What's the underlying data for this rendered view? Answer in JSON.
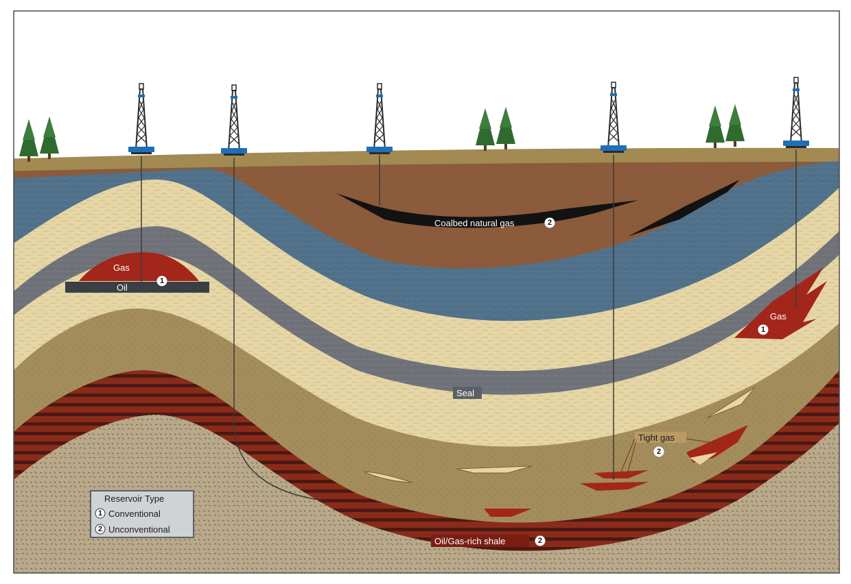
{
  "labels": {
    "coalbed": "Coalbed natural gas",
    "gas_left": "Gas",
    "oil_left": "Oil",
    "gas_right": "Gas",
    "seal": "Seal",
    "tight_gas": "Tight gas",
    "shale": "Oil/Gas-rich shale"
  },
  "badges": {
    "coalbed": "2",
    "conventional_left": "1",
    "conventional_right": "1",
    "tight_gas": "2",
    "shale": "2"
  },
  "legend": {
    "title": "Reservoir Type",
    "items": [
      {
        "number": "1",
        "label": "Conventional"
      },
      {
        "number": "2",
        "label": "Unconventional"
      }
    ]
  },
  "colors": {
    "sky": "#ffffff",
    "surface": "#a08850",
    "overburden": "#8b5a3a",
    "blue_layer": "#4e6f86",
    "sand_layer": "#e8d8a8",
    "seal": "#6d7177",
    "olive_layer": "#a48d5c",
    "shale_dark": "#4a1a12",
    "shale_red": "#8a2a18",
    "basement": "#b9a98a",
    "gas": "#a3261a",
    "coal": "#121212",
    "rig_blue": "#1f6fb8",
    "tree": "#2f6b2f"
  },
  "icons": [
    "drilling-rig-icon",
    "pine-tree-icon"
  ]
}
